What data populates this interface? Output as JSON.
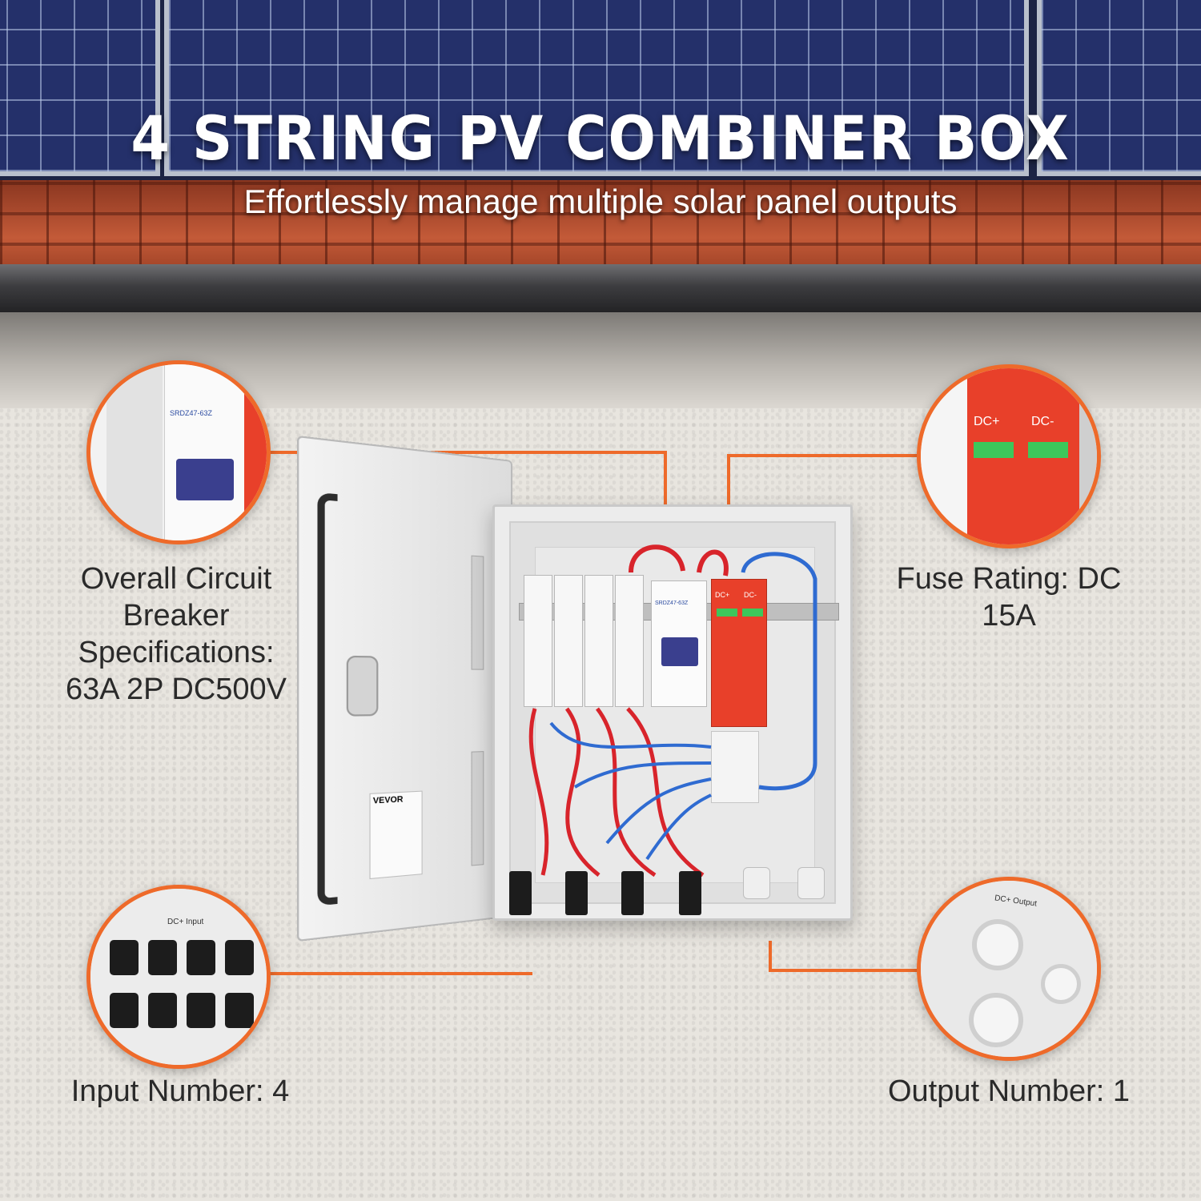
{
  "headline": {
    "title": "4 STRING PV COMBINER BOX",
    "subtitle": "Effortlessly manage multiple solar panel outputs"
  },
  "callouts": {
    "circuit_breaker": {
      "label": "Overall Circuit Breaker Specifications: 63A 2P DC500V",
      "detail_text": "SRDZ47-63Z"
    },
    "fuse_rating": {
      "label": "Fuse Rating: DC 15A",
      "detail_labels": [
        "DC+",
        "DC-"
      ]
    },
    "input_number": {
      "label": "Input Number: 4",
      "detail_text": "DC+ Input"
    },
    "output_number": {
      "label": "Output Number: 1",
      "detail_text": "DC+ Output"
    }
  },
  "device": {
    "brand": "VEVOR",
    "fuse_count": 4,
    "spd_labels": [
      "DC+",
      "DC-"
    ],
    "breaker_model": "SRDZ47-63Z"
  },
  "colors": {
    "accent_orange": "#ee6a2a",
    "spd_red": "#e8402a",
    "breaker_blue": "#3a3f8e",
    "wire_red": "#d8242b",
    "wire_blue": "#2f6bd1",
    "title_white": "#ffffff",
    "label_dark": "#2a2a2a"
  }
}
